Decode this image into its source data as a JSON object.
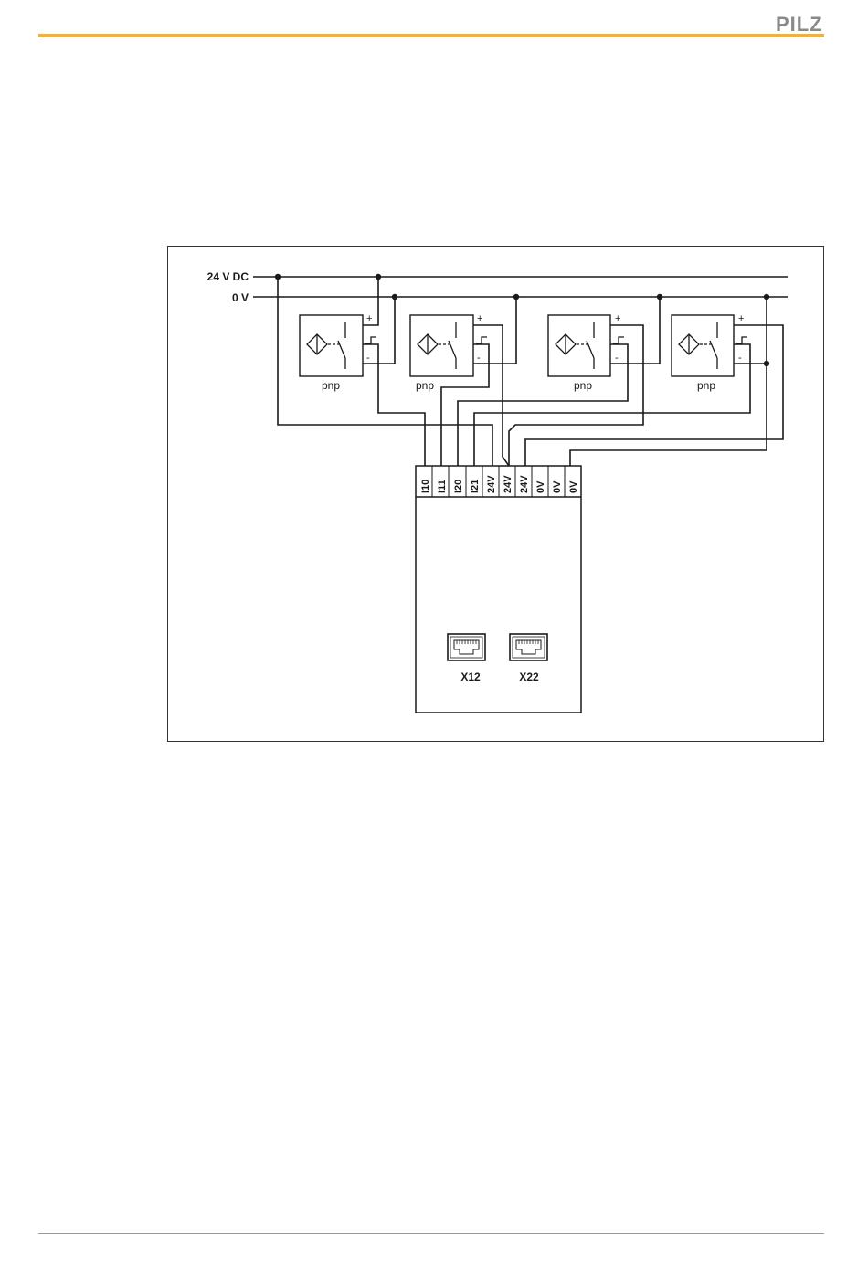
{
  "header": {
    "logo_text": "PILZ",
    "accent_color": "#f2b233",
    "logo_color": "#8a8a8a"
  },
  "diagram": {
    "rails": {
      "supply_label": "24 V DC",
      "ground_label": "0 V"
    },
    "sensors": [
      {
        "type_label": "pnp",
        "plus": "+",
        "minus": "-"
      },
      {
        "type_label": "pnp",
        "plus": "+",
        "minus": "-"
      },
      {
        "type_label": "pnp",
        "plus": "+",
        "minus": "-"
      },
      {
        "type_label": "pnp",
        "plus": "+",
        "minus": "-"
      }
    ],
    "terminals": [
      "I10",
      "I11",
      "I20",
      "I21",
      "24V",
      "24V",
      "24V",
      "0V",
      "0V",
      "0V"
    ],
    "ports": [
      "X12",
      "X22"
    ]
  }
}
